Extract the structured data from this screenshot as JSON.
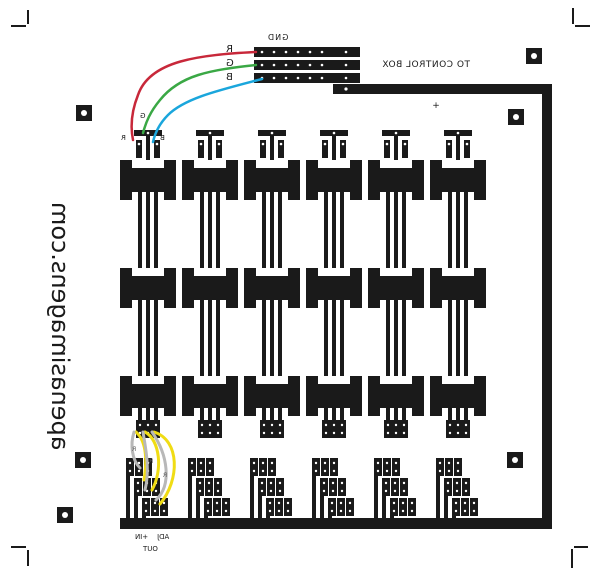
{
  "title": "RGB LED matrix PCB layout (mirrored)",
  "watermark": "apenasimagens.com",
  "labels": {
    "gnd": "GND",
    "to_control_box": "TO CONTROL BOX",
    "plus": "+",
    "wire_r": "R",
    "wire_g": "G",
    "wire_b": "B",
    "pad_r": "R",
    "pad_g": "G",
    "pad_b": "B",
    "resistor": "R",
    "in_plus": "+IN",
    "adj": "ADJ",
    "out": "OUT"
  },
  "grid": {
    "columns": 6,
    "rows": 3,
    "regulator_columns": 6
  },
  "colors": {
    "copper": "#1a1a1a",
    "wire_red": "#c8283a",
    "wire_green": "#3aa845",
    "wire_blue": "#1aa6dc",
    "wire_yellow": "#f0dc14",
    "resistor_gray": "#b8b8b8",
    "background": "#ffffff"
  }
}
